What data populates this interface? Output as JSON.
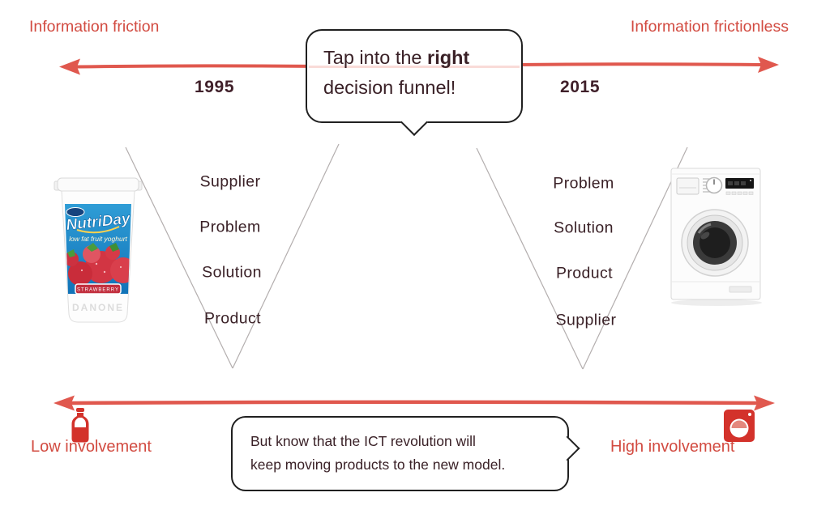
{
  "colors": {
    "accent_red": "#d24b41",
    "arrow_red": "#e0584e",
    "icon_red": "#d3322b",
    "dark_text": "#3a2127",
    "funnel_line_gray": "#b3aeae"
  },
  "header": {
    "left_axis_label": "Information friction",
    "right_axis_label": "Information frictionless"
  },
  "top_bubble": {
    "line1_prefix": "Tap into the ",
    "line1_bold": "right",
    "line2": "decision funnel!"
  },
  "funnels": {
    "left": {
      "year": "1995",
      "stages": [
        "Supplier",
        "Problem",
        "Solution",
        "Product"
      ]
    },
    "right": {
      "year": "2015",
      "stages": [
        "Problem",
        "Solution",
        "Product",
        "Supplier"
      ]
    }
  },
  "products": {
    "yogurt": {
      "brand": "NutriDay",
      "tagline": "low fat fruit yoghurt",
      "flavor": "STRAWBERRY",
      "maker": "DANONE"
    },
    "right_product": "washing-machine"
  },
  "bottom_bubble": {
    "line1": "But know that the ICT revolution will",
    "line2": "keep moving products to the new model."
  },
  "footer": {
    "left_axis_label": "Low involvement",
    "right_axis_label": "High involvement"
  },
  "icons": {
    "low_involvement": "milk-bottle",
    "high_involvement": "washing-machine"
  }
}
